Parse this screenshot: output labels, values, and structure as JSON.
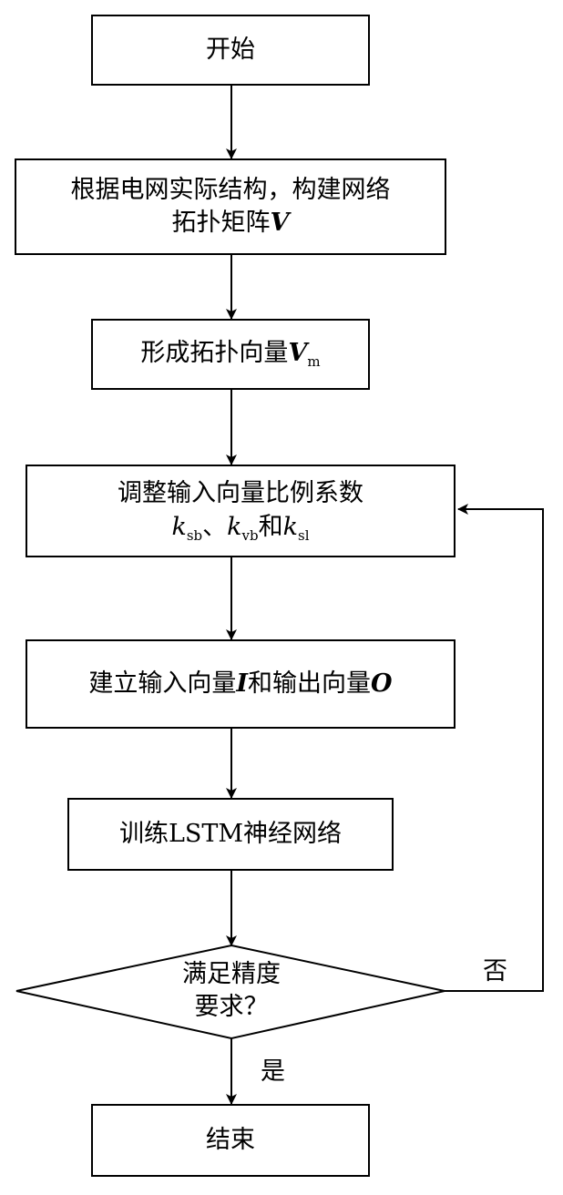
{
  "steps": {
    "start": "开始",
    "build_matrix": {
      "line1": "根据电网实际结构，构建网络",
      "line2_prefix": "拓扑矩阵",
      "line2_var": "V"
    },
    "form_vector": {
      "prefix": "形成拓扑向量",
      "var": "V",
      "sub": "m"
    },
    "adjust": {
      "line1": "调整输入向量比例系数",
      "k1": "k",
      "k1_sub": "sb",
      "sep": "、",
      "k2": "k",
      "k2_sub": "vb",
      "and": "和",
      "k3": "k",
      "k3_sub": "sl"
    },
    "build_io": {
      "prefix": "建立输入向量",
      "var_in": "I",
      "mid": "和输出向量",
      "var_out": "O"
    },
    "train": "训练LSTM神经网络",
    "decision": {
      "line1": "满足精度",
      "line2": "要求？"
    },
    "end": "结束"
  },
  "branches": {
    "no": "否",
    "yes": "是"
  }
}
